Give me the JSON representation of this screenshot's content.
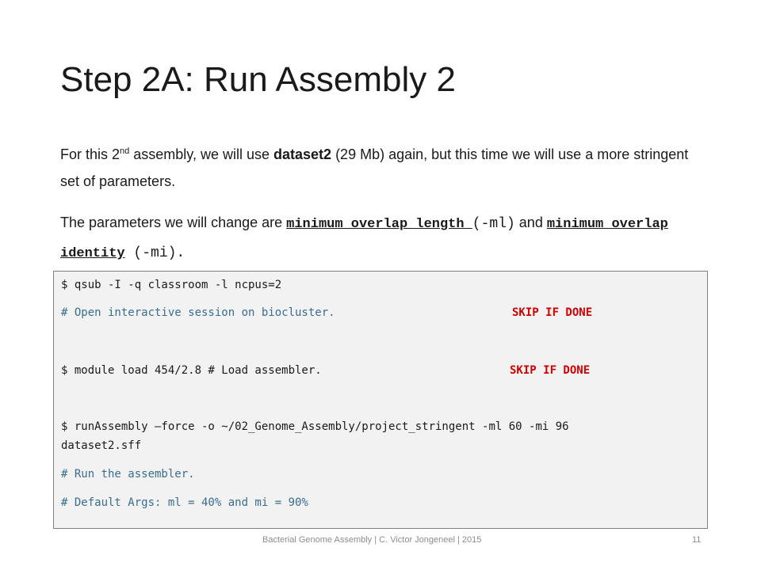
{
  "slide": {
    "title": "Step 2A: Run Assembly 2",
    "para1": {
      "t1": "For this 2",
      "sup": "nd",
      "t2": " assembly, we will use ",
      "bold": "dataset2",
      "t3": " (29 Mb) again, but this time we will use a more stringent set of parameters."
    },
    "para2": {
      "t1": "The parameters we will change are ",
      "param1": "minimum overlap length ",
      "flag1": "(-ml)",
      "t2": " and ",
      "param2": "minimum overlap identity",
      "flag2": " (-mi)."
    },
    "code": {
      "line1": "$ qsub -I -q classroom -l ncpus=2",
      "line2": "# Open interactive session on biocluster.",
      "skip1": "SKIP IF DONE",
      "line3": "$ module load 454/2.8  # Load assembler.",
      "skip2": "SKIP IF DONE",
      "line4": "$ runAssembly –force -o ~/02_Genome_Assembly/project_stringent -ml 60 -mi 96",
      "line5": "dataset2.sff",
      "line6": "# Run the assembler.",
      "line7": "# Default Args: ml = 40%   and   mi = 90%"
    },
    "footer": "Bacterial Genome Assembly | C. Victor Jongeneel | 2015",
    "page_number": "11"
  }
}
